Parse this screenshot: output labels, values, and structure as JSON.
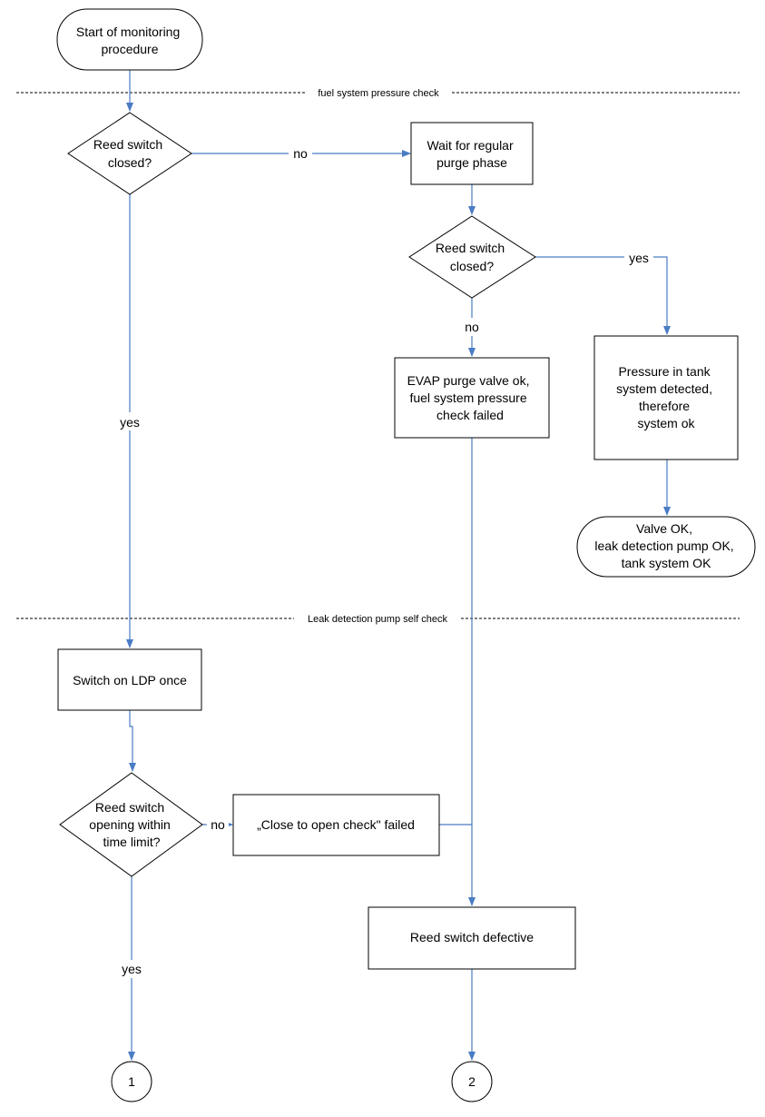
{
  "sections": {
    "fuel_check": "fuel system pressure check",
    "ldp_check": "Leak detection pump self check"
  },
  "nodes": {
    "start": [
      "Start of monitoring",
      "procedure"
    ],
    "reed1": [
      "Reed switch",
      "closed?"
    ],
    "wait": [
      "Wait for regular",
      "purge phase"
    ],
    "reed2": [
      "Reed switch",
      "closed?"
    ],
    "evap": [
      "EVAP purge valve ok,",
      "fuel system pressure",
      "check failed"
    ],
    "pressure": [
      "Pressure in tank",
      "system detected,",
      "therefore",
      "system ok"
    ],
    "valveok": [
      "Valve OK,",
      "leak detection pump OK,",
      "tank system OK"
    ],
    "switchon": [
      "Switch on LDP once"
    ],
    "reed3": [
      "Reed switch",
      "opening within",
      "time limit?"
    ],
    "closeopen": [
      "„Close to open check\" failed"
    ],
    "defective": [
      "Reed switch defective"
    ],
    "conn1": [
      "1"
    ],
    "conn2": [
      "2"
    ]
  },
  "edge_labels": {
    "reed1_no": "no",
    "reed1_yes": "yes",
    "reed2_yes": "yes",
    "reed2_no": "no",
    "reed3_no": "no",
    "reed3_yes": "yes"
  }
}
